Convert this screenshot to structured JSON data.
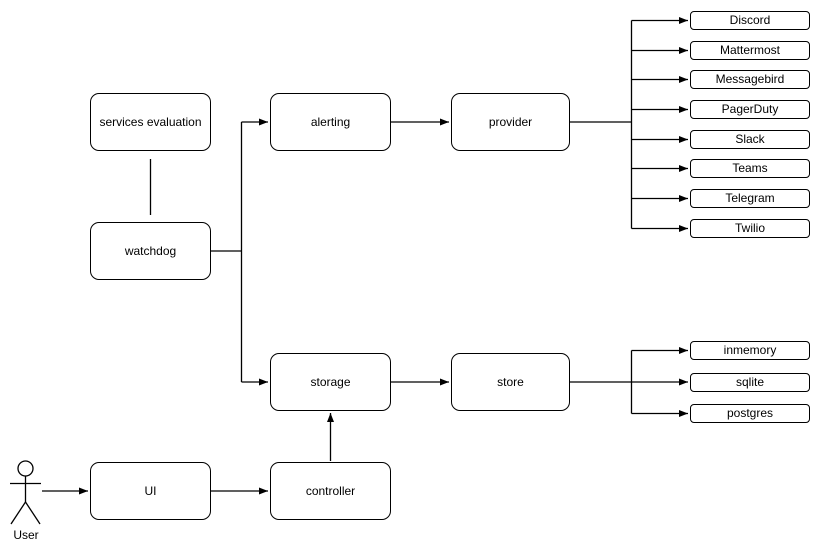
{
  "diagram": {
    "colors": {
      "background": "#ffffff",
      "stroke": "#000000",
      "node_fill": "#ffffff",
      "text": "#000000"
    },
    "nodes": {
      "services_evaluation": {
        "label": "services evaluation"
      },
      "watchdog": {
        "label": "watchdog"
      },
      "alerting": {
        "label": "alerting"
      },
      "provider": {
        "label": "provider"
      },
      "storage": {
        "label": "storage"
      },
      "store": {
        "label": "store"
      },
      "ui": {
        "label": "UI"
      },
      "controller": {
        "label": "controller"
      }
    },
    "provider_targets": [
      {
        "label": "Discord"
      },
      {
        "label": "Mattermost"
      },
      {
        "label": "Messagebird"
      },
      {
        "label": "PagerDuty"
      },
      {
        "label": "Slack"
      },
      {
        "label": "Teams"
      },
      {
        "label": "Telegram"
      },
      {
        "label": "Twilio"
      }
    ],
    "store_targets": [
      {
        "label": "inmemory"
      },
      {
        "label": "sqlite"
      },
      {
        "label": "postgres"
      }
    ],
    "actor": {
      "label": "User"
    }
  }
}
